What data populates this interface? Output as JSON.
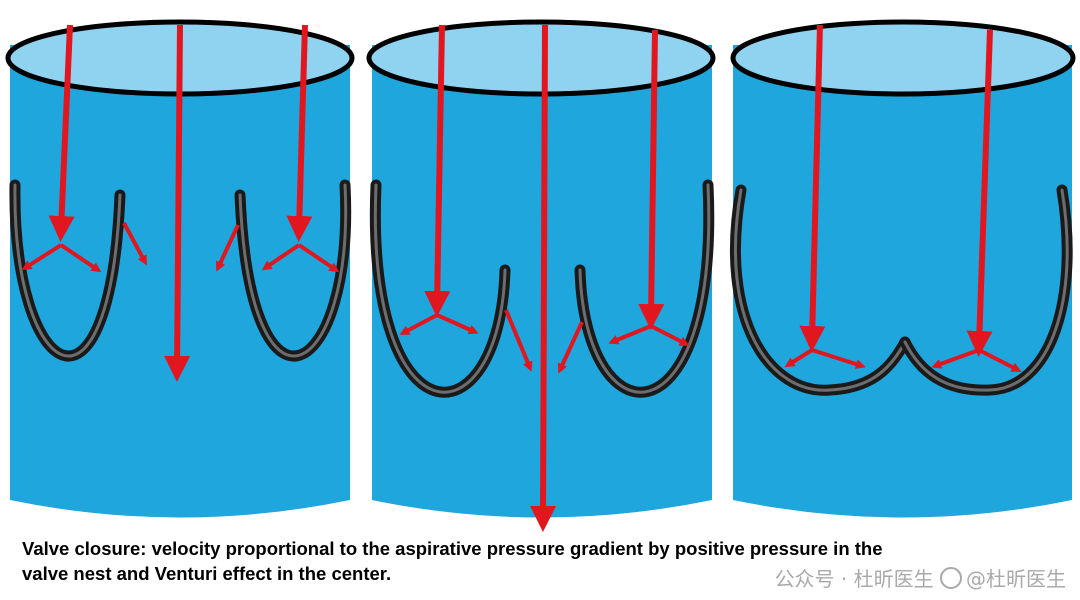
{
  "caption": {
    "line1": "Valve closure: velocity proportional to the aspirative pressure gradient by positive pressure in the",
    "line2": "valve nest and Venturi effect in the center."
  },
  "watermark": {
    "text": "公众号 · 杜昕医生",
    "handle": "@杜昕医生"
  },
  "colors": {
    "vessel_fill": "#1ea6dd",
    "vessel_top": "#8fd3f0",
    "arrow": "#e1161e",
    "leaflet": "#1a1a1a"
  },
  "panels": [
    {
      "stage": "open valve"
    },
    {
      "stage": "closing valve"
    },
    {
      "stage": "closed valve"
    }
  ]
}
